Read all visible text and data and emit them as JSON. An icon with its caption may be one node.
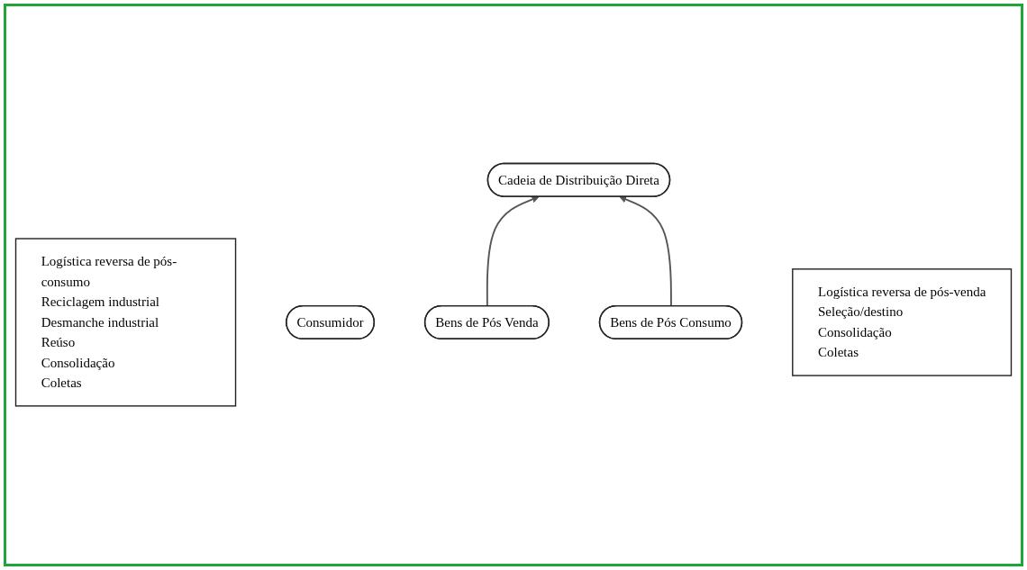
{
  "diagram": {
    "nodes": [
      {
        "text": [
          "Logística reversa de pós-consumo",
          "Reciclagem industrial",
          "Desmanche industrial",
          "Reúso",
          "Consolidação",
          "Coletas"
        ]
      },
      {
        "text": [
          "Cadeia de Distribuição Direta"
        ]
      },
      {
        "text": [
          "Consumidor"
        ]
      },
      {
        "text": [
          "Bens de Pós Venda"
        ]
      },
      {
        "text": [
          "Bens de Pós Consumo"
        ]
      },
      {
        "text": [
          "Logística reversa de pós-venda",
          "Seleção/destino",
          "Consolidação",
          "Coletas"
        ]
      }
    ],
    "edges": [
      {
        "from": 3,
        "to": 1,
        "arrow": "to"
      },
      {
        "from": 4,
        "to": 1,
        "arrow": "to"
      }
    ]
  }
}
